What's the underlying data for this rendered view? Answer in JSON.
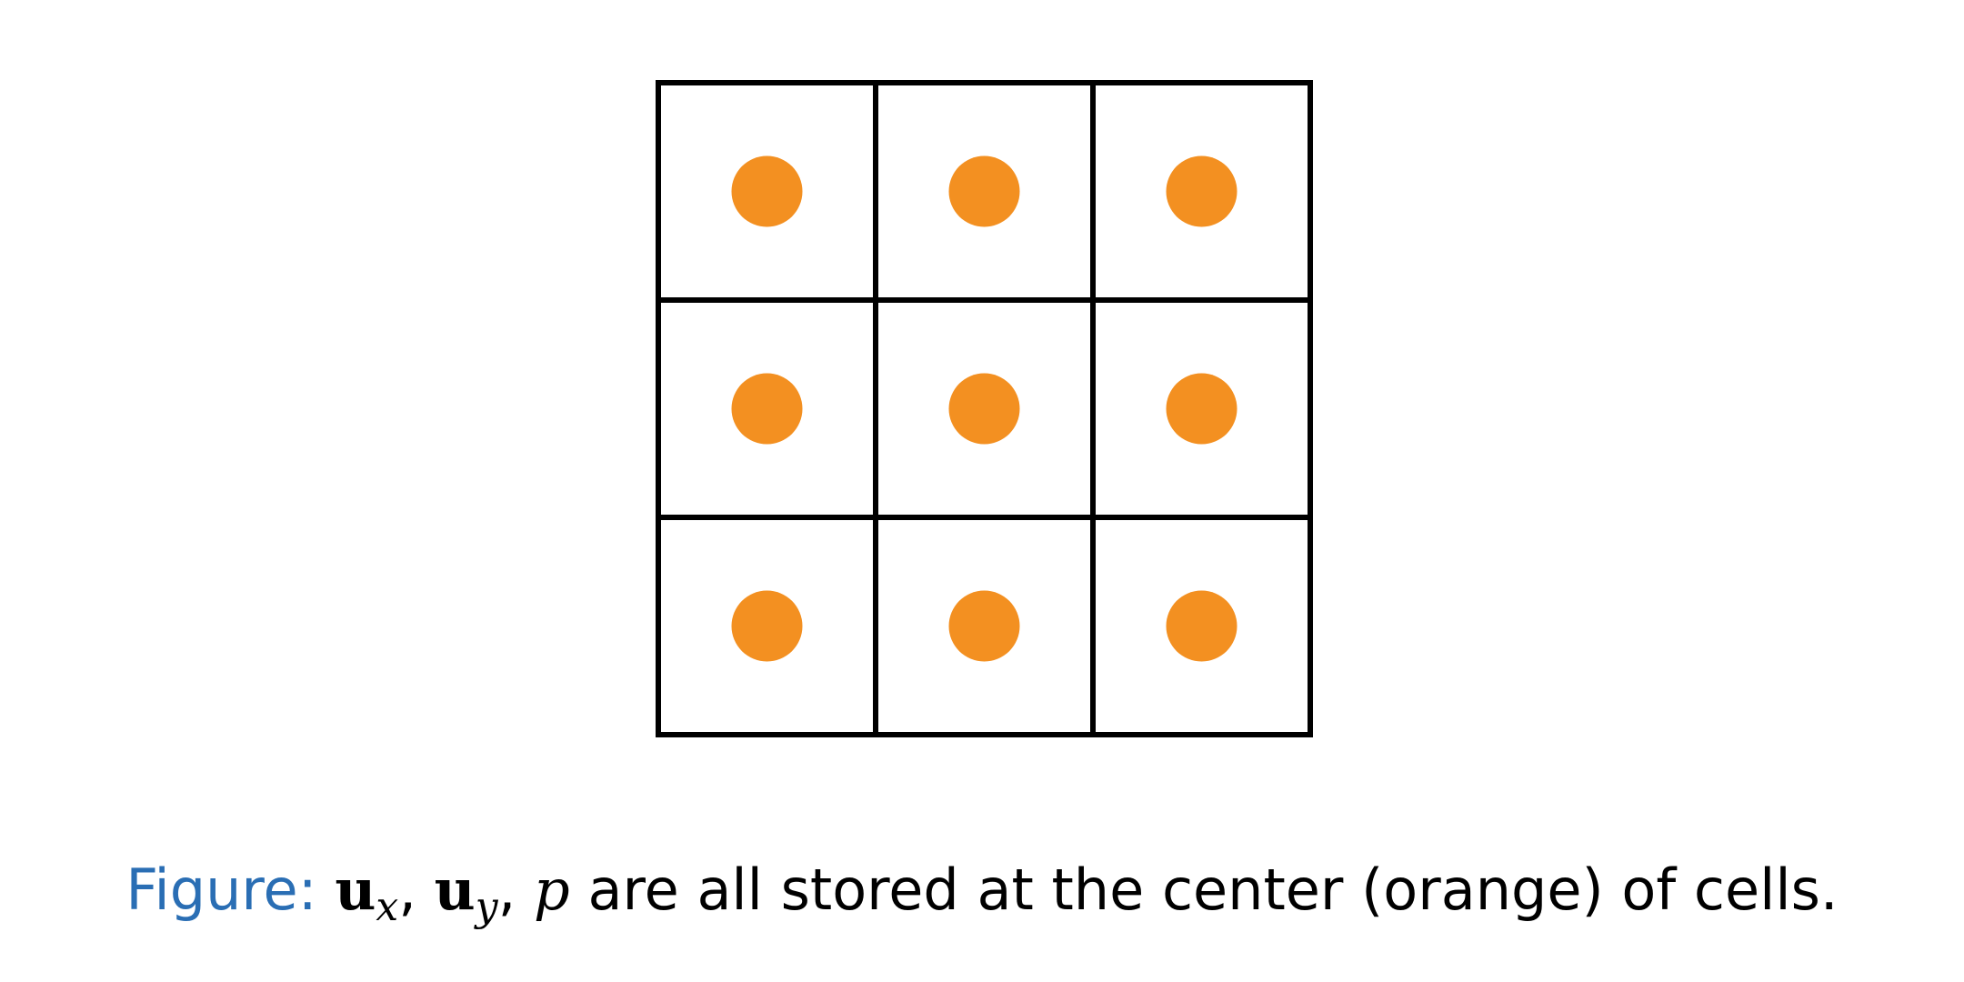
{
  "diagram": {
    "rows": 3,
    "cols": 3,
    "dot_color": "#f39021",
    "line_color": "#000000",
    "dot_shape": "circle",
    "dot_position": "cell-center"
  },
  "caption": {
    "label": "Figure:",
    "var_ux_base": "u",
    "var_ux_sub": "x",
    "sep1": ",",
    "var_uy_base": "u",
    "var_uy_sub": "y",
    "sep2": ",",
    "var_p": "p",
    "text": "are all stored at the center (orange) of cells."
  },
  "colors": {
    "label": "#2a6eb4",
    "text": "#000000"
  }
}
